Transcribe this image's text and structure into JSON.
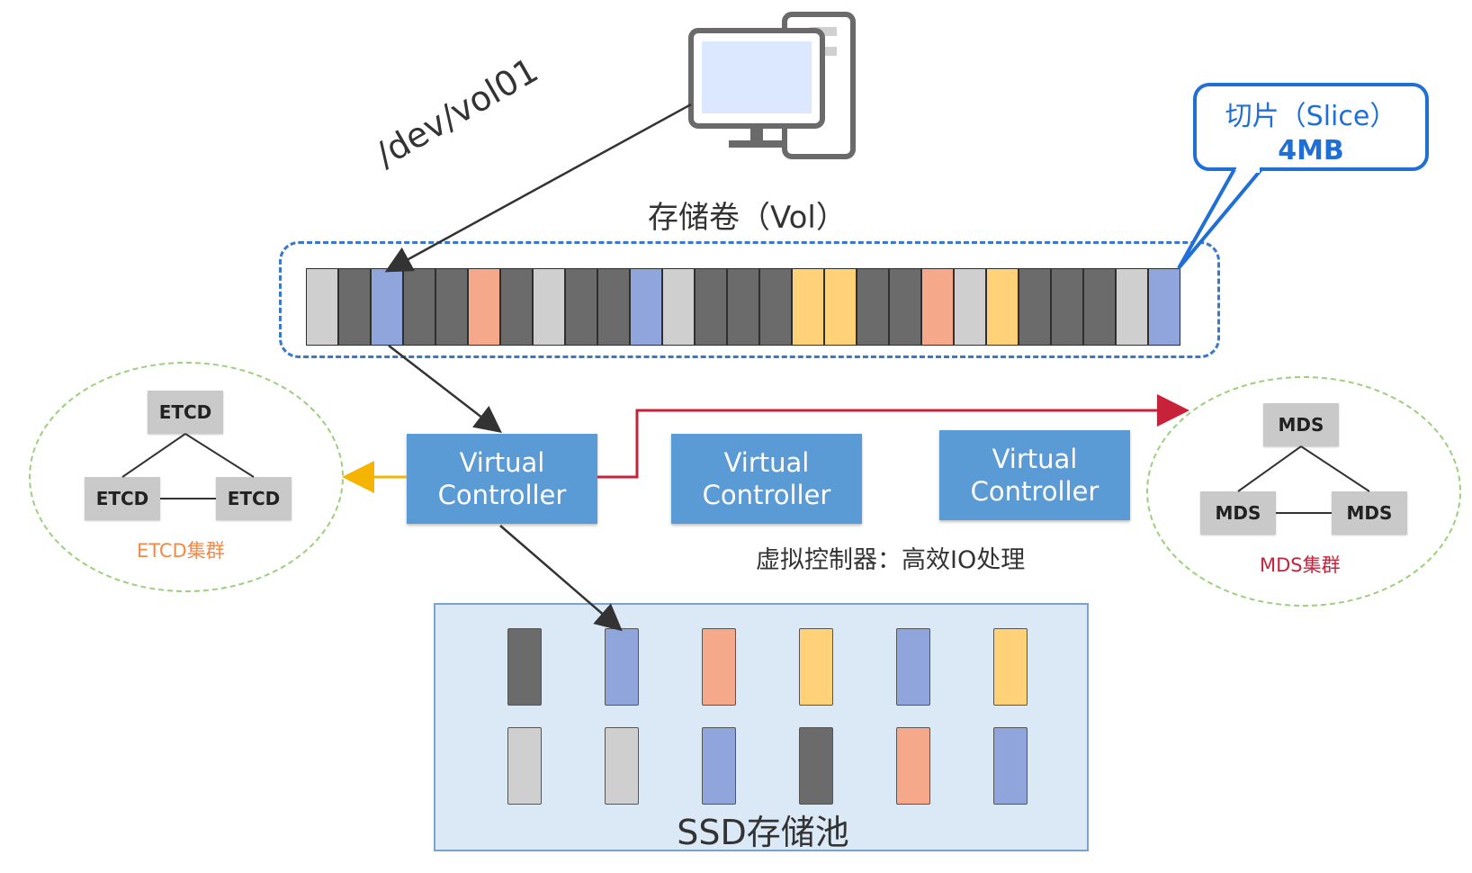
{
  "colors": {
    "dark": "#6b6b6b",
    "light": "#cfcfcf",
    "blue": "#8fa5dc",
    "orange": "#f5a88a",
    "yellow": "#ffd27a",
    "vc": "#5b9bd5",
    "callout": "#1f6fd6",
    "red_arrow": "#c8223a",
    "yellow_arrow": "#f5b400"
  },
  "device_path": "/dev/vol01",
  "volume": {
    "title": "存储卷（Vol）",
    "slices": [
      "light",
      "dark",
      "blue",
      "dark",
      "dark",
      "orange",
      "dark",
      "light",
      "dark",
      "dark",
      "blue",
      "light",
      "dark",
      "dark",
      "dark",
      "yellow",
      "yellow",
      "dark",
      "dark",
      "orange",
      "light",
      "yellow",
      "dark",
      "dark",
      "dark",
      "light",
      "blue"
    ]
  },
  "callout": {
    "line1": "切片（Slice）",
    "line2": "4MB"
  },
  "controllers": [
    {
      "line1": "Virtual",
      "line2": "Controller"
    },
    {
      "line1": "Virtual",
      "line2": "Controller"
    },
    {
      "line1": "Virtual",
      "line2": "Controller"
    }
  ],
  "controller_caption": "虚拟控制器：高效IO处理",
  "etcd": {
    "nodes": [
      "ETCD",
      "ETCD",
      "ETCD"
    ],
    "label": "ETCD集群"
  },
  "mds": {
    "nodes": [
      "MDS",
      "MDS",
      "MDS"
    ],
    "label": "MDS集群"
  },
  "pool": {
    "label": "SSD存储池",
    "row1": [
      "dark",
      "blue",
      "orange",
      "yellow",
      "blue",
      "yellow"
    ],
    "row2": [
      "light",
      "light",
      "blue",
      "dark",
      "orange",
      "blue"
    ]
  }
}
